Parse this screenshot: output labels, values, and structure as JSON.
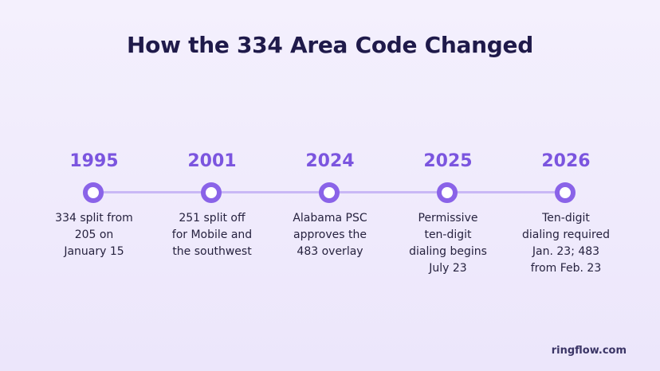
{
  "title": "How the 334 Area Code Changed",
  "brand": "ringflow.com",
  "colors": {
    "accent": "#7b55df",
    "track": "#c9b8f5",
    "title": "#1f1a4a"
  },
  "events": [
    {
      "year": "1995",
      "lines": [
        "334 split from",
        "205 on",
        "January 15"
      ]
    },
    {
      "year": "2001",
      "lines": [
        "251 split off",
        "for Mobile and",
        "the southwest"
      ]
    },
    {
      "year": "2024",
      "lines": [
        "Alabama PSC",
        "approves the",
        "483 overlay"
      ]
    },
    {
      "year": "2025",
      "lines": [
        "Permissive",
        "ten-digit",
        "dialing begins",
        "July 23"
      ]
    },
    {
      "year": "2026",
      "lines": [
        "Ten-digit",
        "dialing required",
        "Jan. 23; 483",
        "from Feb. 23"
      ]
    }
  ]
}
